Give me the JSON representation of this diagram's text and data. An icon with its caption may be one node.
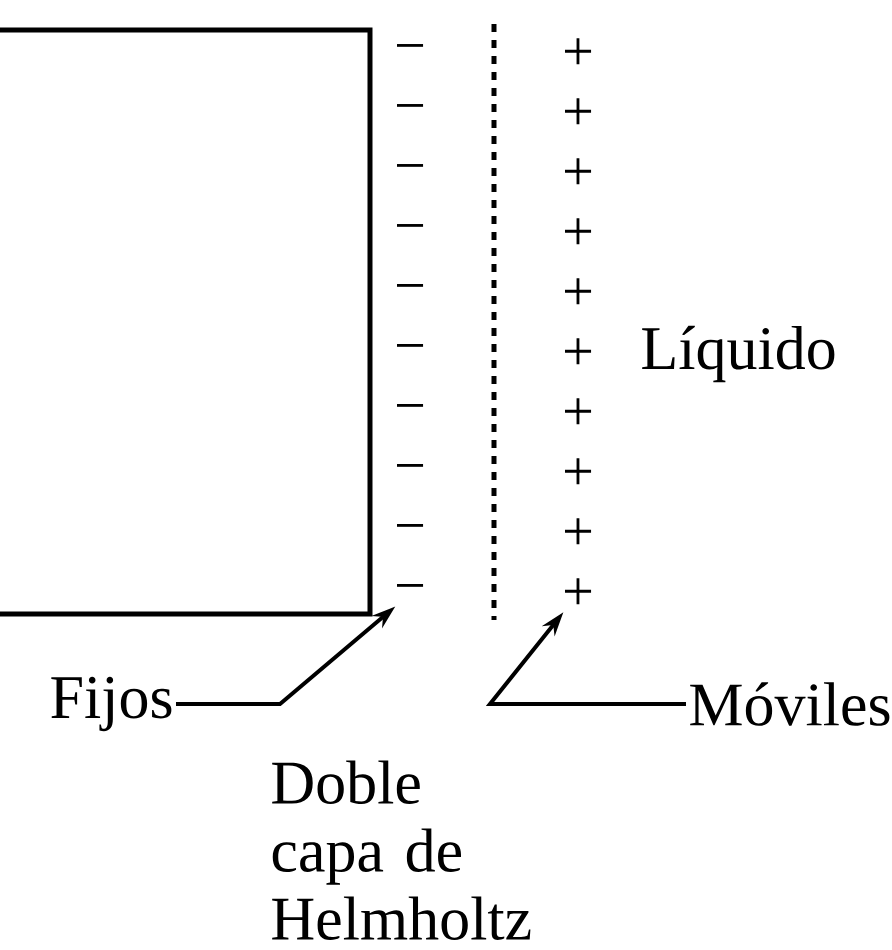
{
  "diagram": {
    "nodes": [
      {
        "text": [
          "−"
        ]
      },
      {
        "text": [
          "+"
        ]
      },
      {
        "text": [
          "Fijos"
        ]
      },
      {
        "text": [
          "Móviles"
        ]
      }
    ],
    "edges": [
      {
        "from": 2,
        "to": 0,
        "arrow": "to"
      },
      {
        "from": 3,
        "to": 1,
        "arrow": "to"
      }
    ],
    "labels": [
      "−",
      "+",
      "−",
      "+",
      "−",
      "+",
      "−",
      "+",
      "−",
      "+",
      "−",
      "+",
      "Líquido",
      "−",
      "+",
      "−",
      "+",
      "−",
      "+",
      "Doble capa de Helmholtz"
    ]
  }
}
